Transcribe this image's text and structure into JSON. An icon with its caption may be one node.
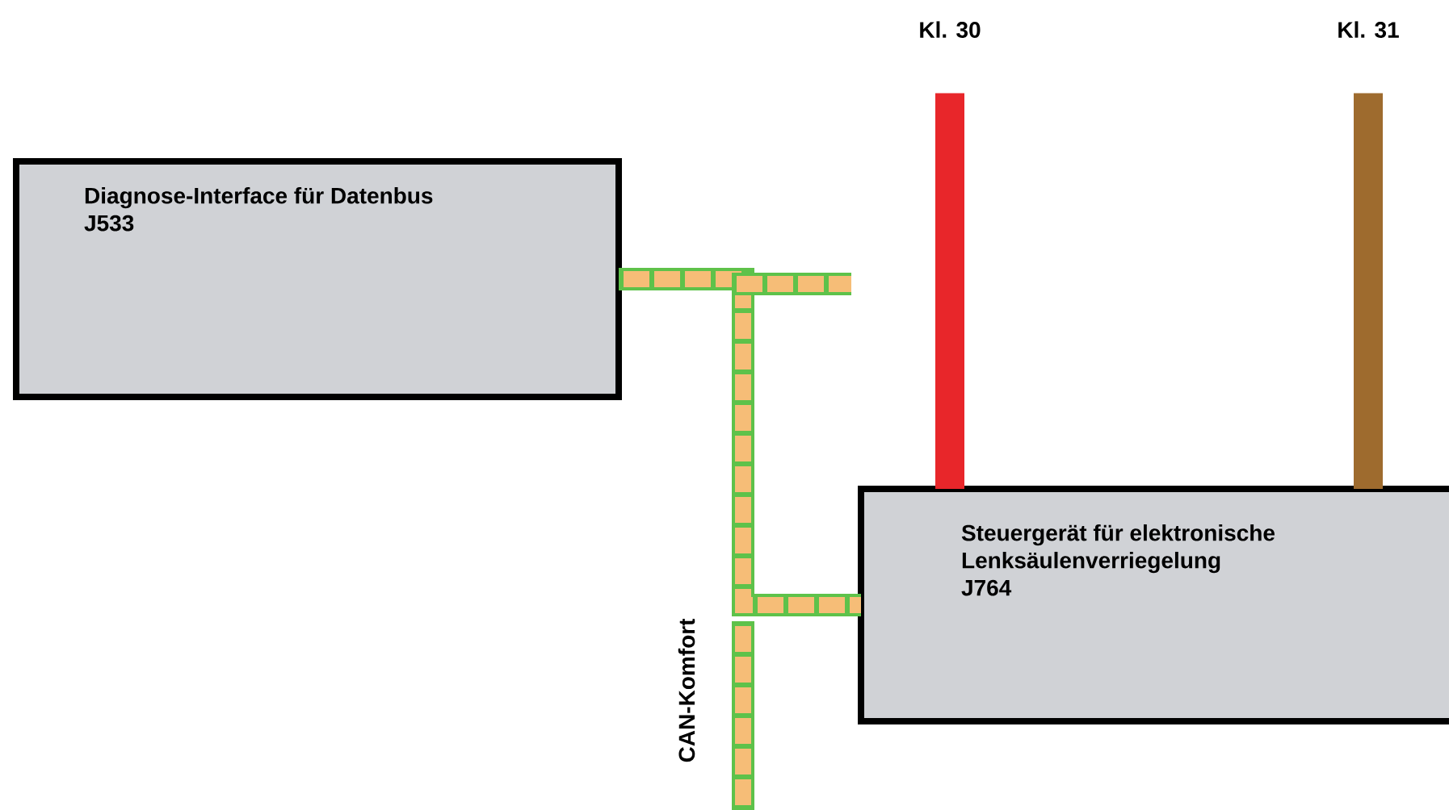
{
  "diagram": {
    "nodes": [
      {
        "text": [
          "Diagnose-Interface für Datenbus",
          "J533"
        ]
      },
      {
        "text": [
          "Steuergerät für elektronische Lenksäulenverriegelung",
          "J764"
        ]
      },
      {
        "text": [
          "Kl. 30"
        ]
      },
      {
        "text": [
          "Kl. 31"
        ]
      }
    ],
    "edges": [
      {
        "from": 0,
        "to": 1,
        "arrow": "none",
        "label": "CAN-Komfort",
        "color": "#5ec24a"
      },
      {
        "from": 2,
        "to": 1,
        "arrow": "none",
        "color": "#e8262a"
      },
      {
        "from": 3,
        "to": 1,
        "arrow": "none",
        "color": "#9e6b2e"
      }
    ]
  }
}
